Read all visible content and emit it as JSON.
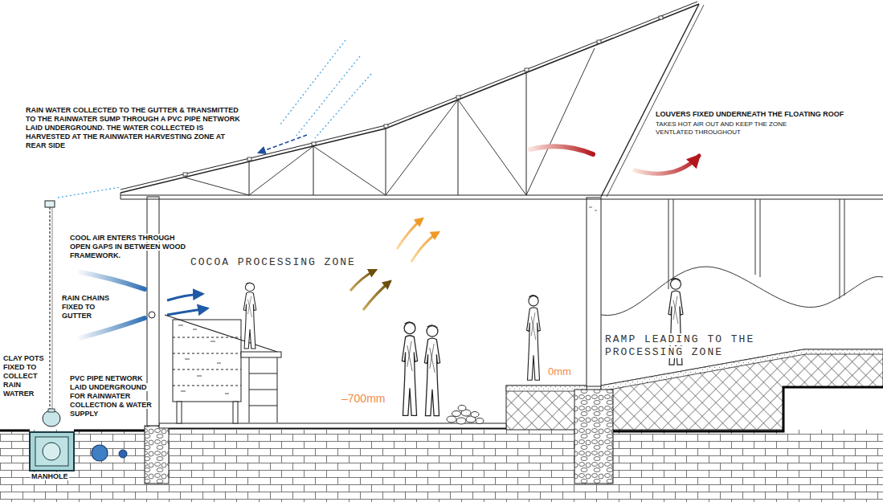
{
  "diagram": {
    "labels": [
      "RAIN WATER COLLECTED TO THE GUTTER & TRANSMITTED TO THE RAINWATER SUMP THROUGH A PVC PIPE NETWORK LAID UNDERGROUND. THE WATER COLLECTED IS HARVESTED AT THE RAINWATER HARVESTING ZONE AT REAR SIDE",
      "LOUVERS FIXED UNDERNEATH THE FLOATING ROOF",
      "TAKES HOT AIR OUT AND KEEP THE ZONE VENTLATED THROUGHOUT",
      "COOL AIR ENTERS THROUGH OPEN GAPS IN BETWEEN WOOD FRAMEWORK.",
      "COCOA PROCESSING ZONE",
      "RAIN CHAINS FIXED TO GUTTER",
      "CLAY POTS FIXED TO COLLECT RAIN WATRER",
      "PVC PIPE NETWORK LAID UNDERGROUND FOR RAINWATER COLLECTION & WATER SUPPLY",
      "–700mm",
      "0mm",
      "RAMP LEADING TO THE PROCESSING ZONE",
      "MANHOLE"
    ]
  }
}
